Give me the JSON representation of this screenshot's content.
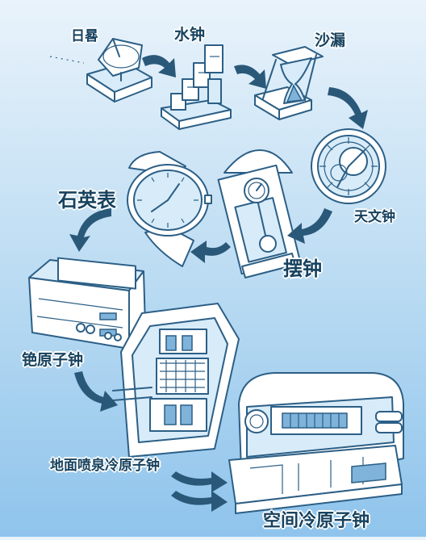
{
  "labels": {
    "sundial": "日晷",
    "water_clock": "水钟",
    "hourglass": "沙漏",
    "astronomical_clock": "天文钟",
    "pendulum_clock": "摆钟",
    "quartz_watch": "石英表",
    "cesium_clock": "铯原子钟",
    "fountain_clock": "地面喷泉冷原子钟",
    "space_clock": "空间冷原子钟"
  },
  "colors": {
    "background_top": "#e9f3fb",
    "background_bottom": "#8fc4ec",
    "line": "#2c5f86",
    "arrow": "#2a5879",
    "label": "#17425f"
  }
}
